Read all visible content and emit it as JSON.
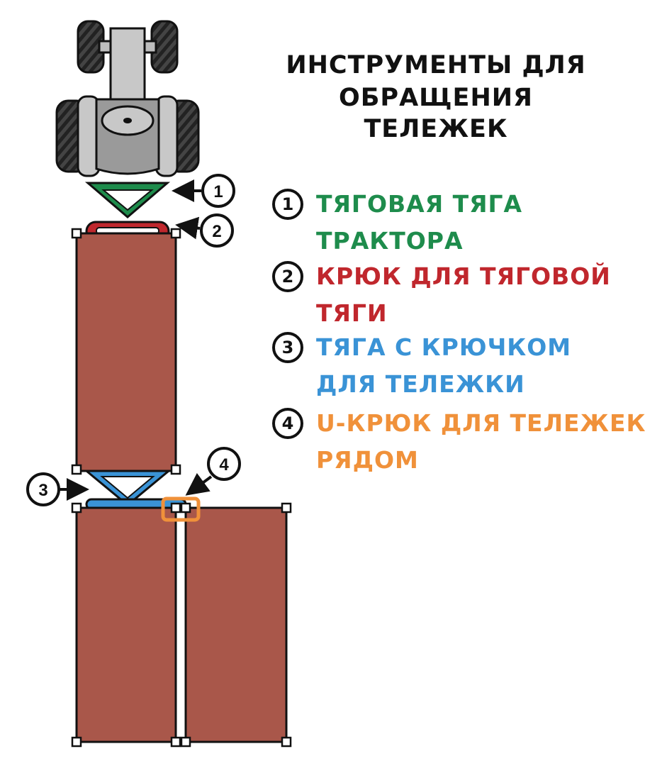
{
  "title": {
    "line1": "ИНСТРУМЕНТЫ ДЛЯ",
    "line2": "ОБРАЩЕНИЯ ТЕЛЕЖЕК"
  },
  "legend": [
    {
      "number": "1",
      "line1": "ТЯГОВАЯ ТЯГА",
      "line2": "ТРАКТОРА",
      "color": "#1e8c4c"
    },
    {
      "number": "2",
      "line1": "КРЮК ДЛЯ ТЯГОВОЙ",
      "line2": "ТЯГИ",
      "color": "#c0272d"
    },
    {
      "number": "3",
      "line1": "ТЯГА С КРЮЧКОМ",
      "line2": "ДЛЯ ТЕЛЕЖКИ",
      "color": "#3a93d6"
    },
    {
      "number": "4",
      "line1": "U-КРЮК ДЛЯ ТЕЛЕЖЕК",
      "line2": "РЯДОМ",
      "color": "#f0913a"
    }
  ],
  "callouts": [
    "1",
    "2",
    "3",
    "4"
  ],
  "colors": {
    "cart": "#a9574a",
    "tractor_body": "#c8c8c8",
    "tractor_dark": "#9a9a9a",
    "outline": "#111111"
  }
}
